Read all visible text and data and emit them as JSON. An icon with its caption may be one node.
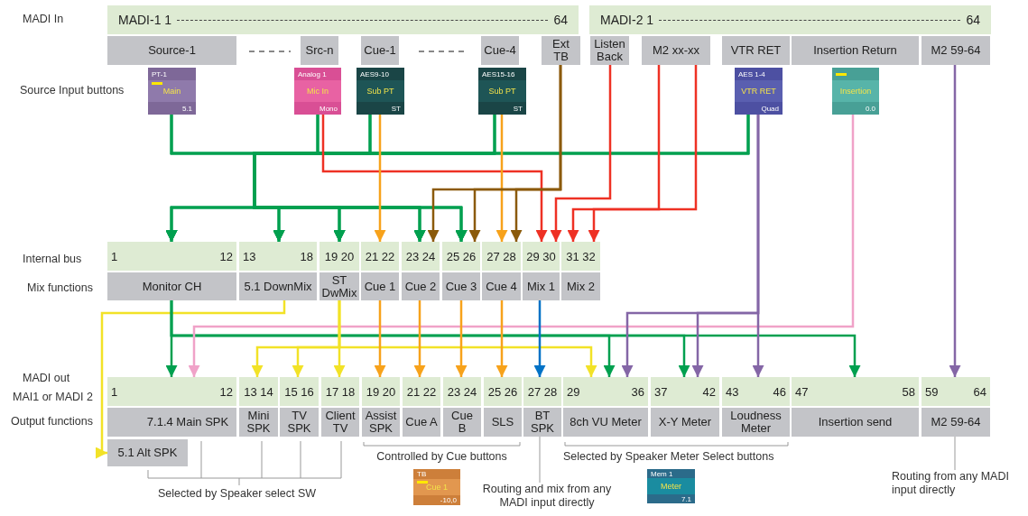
{
  "diagram": {
    "nodes": [
      {
        "text": [
          "MADI-1 1",
          "64"
        ]
      },
      {
        "text": [
          "MADI-2 1",
          "64"
        ]
      },
      {
        "text": [
          "Source-1"
        ]
      },
      {
        "text": [
          "Src-n"
        ]
      },
      {
        "text": [
          "Cue-1"
        ]
      },
      {
        "text": [
          "Cue-4"
        ]
      },
      {
        "text": [
          "Ext TB"
        ]
      },
      {
        "text": [
          "Listen Back"
        ]
      },
      {
        "text": [
          "M2 xx-xx"
        ]
      },
      {
        "text": [
          "VTR RET"
        ]
      },
      {
        "text": [
          "Insertion Return"
        ]
      },
      {
        "text": [
          "M2 59-64"
        ]
      },
      {
        "text": [
          "PT-1",
          "Main",
          "5.1"
        ]
      },
      {
        "text": [
          "Analog 1",
          "Mic In",
          "Mono"
        ]
      },
      {
        "text": [
          "AES9-10",
          "Sub PT",
          "ST"
        ]
      },
      {
        "text": [
          "AES15-16",
          "Sub PT",
          "ST"
        ]
      },
      {
        "text": [
          "AES 1-4",
          "VTR RET",
          "Quad"
        ]
      },
      {
        "text": [
          "Insertion",
          "0.0"
        ]
      },
      {
        "text": [
          "1",
          "12"
        ]
      },
      {
        "text": [
          "13",
          "18"
        ]
      },
      {
        "text": [
          "19 20"
        ]
      },
      {
        "text": [
          "21 22"
        ]
      },
      {
        "text": [
          "23 24"
        ]
      },
      {
        "text": [
          "25 26"
        ]
      },
      {
        "text": [
          "27 28"
        ]
      },
      {
        "text": [
          "29 30"
        ]
      },
      {
        "text": [
          "31 32"
        ]
      },
      {
        "text": [
          "Monitor CH"
        ]
      },
      {
        "text": [
          "5.1 DownMix"
        ]
      },
      {
        "text": [
          "ST DwMix"
        ]
      },
      {
        "text": [
          "Cue 1"
        ]
      },
      {
        "text": [
          "Cue 2"
        ]
      },
      {
        "text": [
          "Cue 3"
        ]
      },
      {
        "text": [
          "Cue 4"
        ]
      },
      {
        "text": [
          "Mix 1"
        ]
      },
      {
        "text": [
          "Mix 2"
        ]
      },
      {
        "text": [
          "1",
          "12"
        ]
      },
      {
        "text": [
          "13 14"
        ]
      },
      {
        "text": [
          "15 16"
        ]
      },
      {
        "text": [
          "17 18"
        ]
      },
      {
        "text": [
          "19 20"
        ]
      },
      {
        "text": [
          "21 22"
        ]
      },
      {
        "text": [
          "23 24"
        ]
      },
      {
        "text": [
          "25 26"
        ]
      },
      {
        "text": [
          "27 28"
        ]
      },
      {
        "text": [
          "29",
          "36"
        ]
      },
      {
        "text": [
          "37",
          "42"
        ]
      },
      {
        "text": [
          "43",
          "46"
        ]
      },
      {
        "text": [
          "47",
          "58"
        ]
      },
      {
        "text": [
          "59",
          "64"
        ]
      },
      {
        "text": [
          "7.1.4 Main SPK"
        ]
      },
      {
        "text": [
          "Mini SPK"
        ]
      },
      {
        "text": [
          "TV SPK"
        ]
      },
      {
        "text": [
          "Client TV"
        ]
      },
      {
        "text": [
          "Assist SPK"
        ]
      },
      {
        "text": [
          "Cue A"
        ]
      },
      {
        "text": [
          "Cue B"
        ]
      },
      {
        "text": [
          "SLS"
        ]
      },
      {
        "text": [
          "BT SPK"
        ]
      },
      {
        "text": [
          "8ch VU Meter"
        ]
      },
      {
        "text": [
          "X-Y Meter"
        ]
      },
      {
        "text": [
          "Loudness Meter"
        ]
      },
      {
        "text": [
          "Insertion send"
        ]
      },
      {
        "text": [
          "M2 59-64"
        ]
      },
      {
        "text": [
          "5.1 Alt SPK"
        ]
      },
      {
        "text": [
          "TB",
          "Cue 1",
          "-10,0"
        ]
      },
      {
        "text": [
          "Routing and mix from any MADI input directly"
        ]
      },
      {
        "text": [
          "Mem 1",
          "Meter",
          "7.1"
        ]
      },
      {
        "text": [
          "Routing from any MADI input directly"
        ]
      }
    ],
    "edges": [
      {
        "from": 12,
        "to": 18,
        "arrow": "to"
      },
      {
        "from": 12,
        "to": 19,
        "arrow": "to"
      },
      {
        "from": 12,
        "to": 20,
        "arrow": "to"
      },
      {
        "from": 12,
        "to": 22,
        "arrow": "to"
      },
      {
        "from": 12,
        "to": 23,
        "arrow": "to"
      },
      {
        "from": 13,
        "to": 18,
        "arrow": "to"
      },
      {
        "from": 13,
        "to": 19,
        "arrow": "to"
      },
      {
        "from": 13,
        "to": 20,
        "arrow": "to"
      },
      {
        "from": 13,
        "to": 22,
        "arrow": "to"
      },
      {
        "from": 13,
        "to": 23,
        "arrow": "to"
      },
      {
        "from": 14,
        "to": 18,
        "arrow": "to"
      },
      {
        "from": 14,
        "to": 19,
        "arrow": "to"
      },
      {
        "from": 14,
        "to": 20,
        "arrow": "to"
      },
      {
        "from": 14,
        "to": 22,
        "arrow": "to"
      },
      {
        "from": 14,
        "to": 23,
        "arrow": "to"
      },
      {
        "from": 15,
        "to": 18,
        "arrow": "to"
      },
      {
        "from": 15,
        "to": 19,
        "arrow": "to"
      },
      {
        "from": 15,
        "to": 20,
        "arrow": "to"
      },
      {
        "from": 15,
        "to": 22,
        "arrow": "to"
      },
      {
        "from": 15,
        "to": 23,
        "arrow": "to"
      },
      {
        "from": 16,
        "to": 18,
        "arrow": "to"
      },
      {
        "from": 16,
        "to": 19,
        "arrow": "to"
      },
      {
        "from": 16,
        "to": 20,
        "arrow": "to"
      },
      {
        "from": 16,
        "to": 22,
        "arrow": "to"
      },
      {
        "from": 16,
        "to": 23,
        "arrow": "to"
      },
      {
        "from": 13,
        "to": 25,
        "arrow": "to",
        "color": "#ee3124"
      },
      {
        "from": 14,
        "to": 21,
        "arrow": "to",
        "color": "#f7a21b"
      },
      {
        "from": 15,
        "to": 24,
        "arrow": "to",
        "color": "#f7a21b"
      },
      {
        "from": 6,
        "to": 22,
        "arrow": "to",
        "color": "#8b5a0a"
      },
      {
        "from": 6,
        "to": 23,
        "arrow": "to",
        "color": "#8b5a0a"
      },
      {
        "from": 6,
        "to": 24,
        "arrow": "to",
        "color": "#8b5a0a"
      },
      {
        "from": 7,
        "to": 25,
        "arrow": "to",
        "color": "#ee3124"
      },
      {
        "from": 8,
        "to": 26,
        "arrow": "to",
        "color": "#ee3124"
      },
      {
        "from": 8,
        "to": 26,
        "arrow": "to",
        "color": "#ee3124"
      },
      {
        "from": 28,
        "to": 64,
        "arrow": "to",
        "color": "#f2e227"
      },
      {
        "from": 27,
        "to": 36,
        "arrow": "to"
      },
      {
        "from": 27,
        "to": 45,
        "arrow": "to"
      },
      {
        "from": 27,
        "to": 46,
        "arrow": "to"
      },
      {
        "from": 27,
        "to": 48,
        "arrow": "to"
      },
      {
        "from": 17,
        "to": 36,
        "arrow": "to",
        "color": "#f0a2c8"
      },
      {
        "from": 29,
        "to": 37,
        "arrow": "to",
        "color": "#f2e227"
      },
      {
        "from": 29,
        "to": 38,
        "arrow": "to",
        "color": "#f2e227"
      },
      {
        "from": 29,
        "to": 39,
        "arrow": "to",
        "color": "#f2e227"
      },
      {
        "from": 29,
        "to": 45,
        "arrow": "to",
        "color": "#f2e227"
      },
      {
        "from": 30,
        "to": 40,
        "arrow": "to",
        "color": "#f7a21b"
      },
      {
        "from": 31,
        "to": 41,
        "arrow": "to",
        "color": "#f7a21b"
      },
      {
        "from": 32,
        "to": 42,
        "arrow": "to",
        "color": "#f7a21b"
      },
      {
        "from": 33,
        "to": 43,
        "arrow": "to",
        "color": "#f7a21b"
      },
      {
        "from": 34,
        "to": 44,
        "arrow": "to",
        "color": "#0072c6"
      },
      {
        "from": 16,
        "to": 45,
        "arrow": "to",
        "color": "#8466a6"
      },
      {
        "from": 16,
        "to": 46,
        "arrow": "to",
        "color": "#8466a6"
      },
      {
        "from": 16,
        "to": 47,
        "arrow": "to",
        "color": "#8466a6"
      },
      {
        "from": 11,
        "to": 49,
        "arrow": "to",
        "color": "#8466a6"
      },
      {
        "from": 66,
        "to": 58,
        "arrow": "none",
        "color": "#9a9a9a"
      },
      {
        "from": 68,
        "to": 63,
        "arrow": "none",
        "color": "#9a9a9a"
      }
    ],
    "labels": [
      "MADI In",
      "Source Input buttons",
      "Internal bus",
      "Mix functions",
      "MADI out",
      "MAI1 or MADI 2",
      "Output functions",
      "Controlled by Cue buttons",
      "Selected by Speaker Meter Select buttons",
      "Selected by Speaker select SW"
    ]
  }
}
